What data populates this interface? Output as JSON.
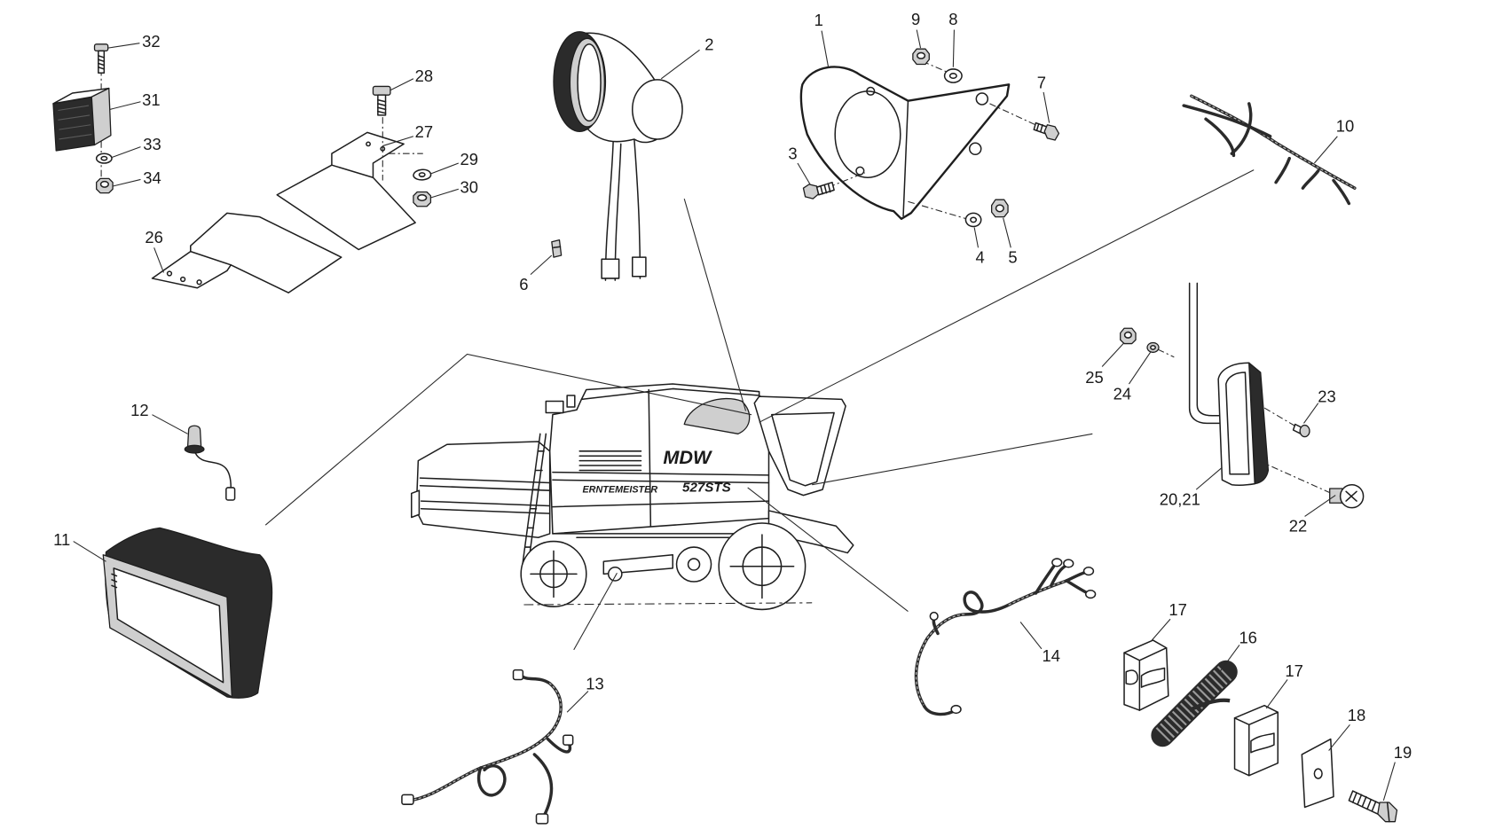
{
  "callouts": [
    {
      "label": "1"
    },
    {
      "label": "2"
    },
    {
      "label": "3"
    },
    {
      "label": "4"
    },
    {
      "label": "5"
    },
    {
      "label": "6"
    },
    {
      "label": "7"
    },
    {
      "label": "8"
    },
    {
      "label": "9"
    },
    {
      "label": "10"
    },
    {
      "label": "11"
    },
    {
      "label": "12"
    },
    {
      "label": "13"
    },
    {
      "label": "14"
    },
    {
      "label": "16"
    },
    {
      "label": "17"
    },
    {
      "label": "17"
    },
    {
      "label": "18"
    },
    {
      "label": "19"
    },
    {
      "label": "20,21"
    },
    {
      "label": "22"
    },
    {
      "label": "23"
    },
    {
      "label": "24"
    },
    {
      "label": "25"
    },
    {
      "label": "26"
    },
    {
      "label": "27"
    },
    {
      "label": "28"
    },
    {
      "label": "29"
    },
    {
      "label": "30"
    },
    {
      "label": "31"
    },
    {
      "label": "32"
    },
    {
      "label": "33"
    },
    {
      "label": "34"
    }
  ],
  "combine": {
    "logo": "MDW",
    "brand": "ERNTEMEISTER",
    "model": "527STS"
  }
}
